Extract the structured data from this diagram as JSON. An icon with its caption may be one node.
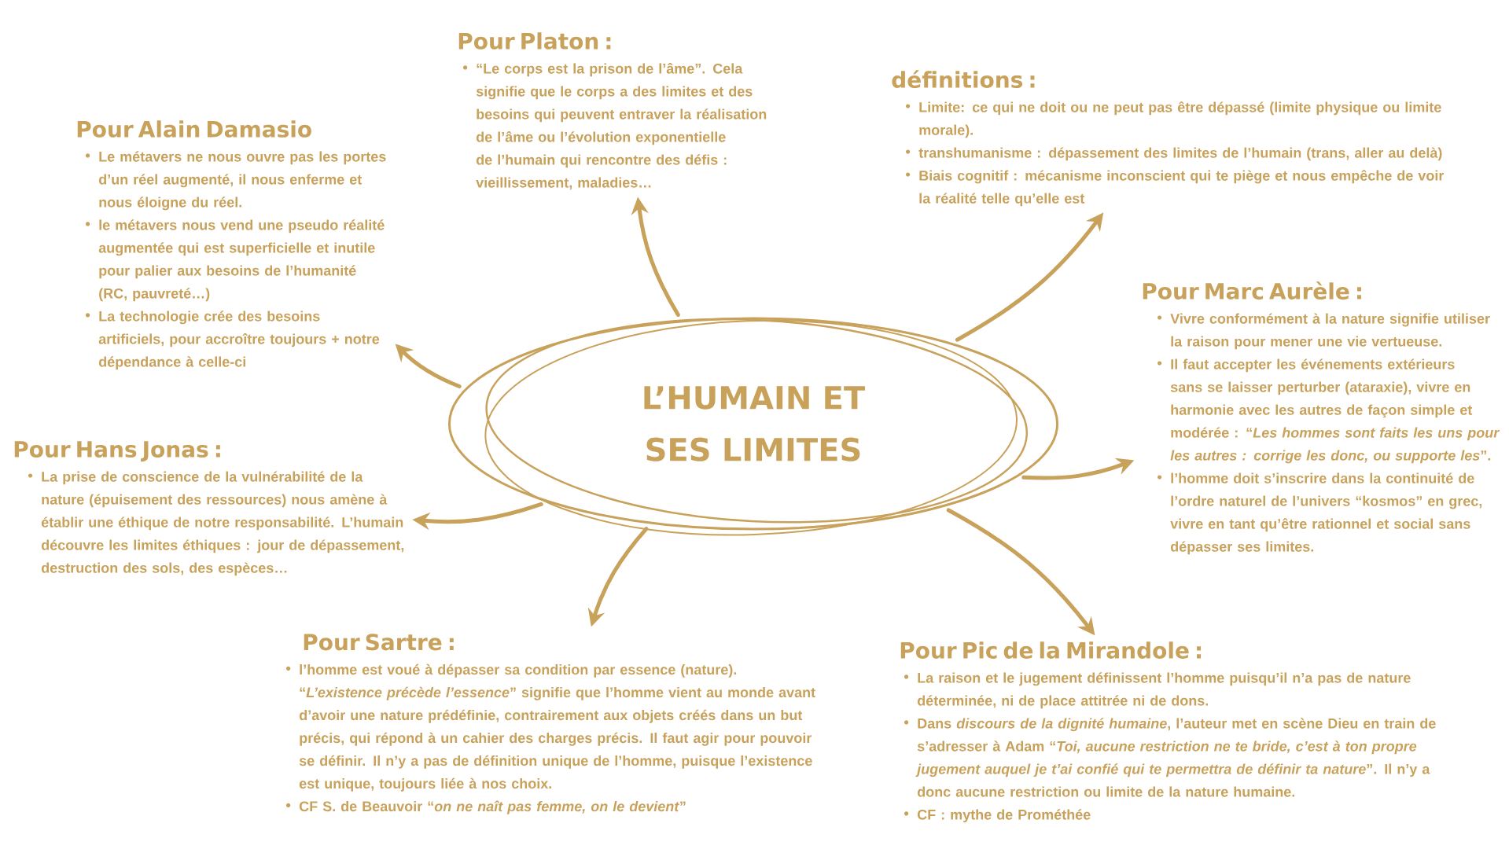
{
  "diagram": {
    "nodes": [
      {
        "text": [
          "L’HUMAIN ET SES LIMITES"
        ]
      },
      {
        "text": [
          "Pour Platon :",
          "“Le corps est la prison de l’âme”. Cela signifie que le corps a des limites et des besoins qui peuvent entraver la réalisation de l’âme ou l’évolution exponentielle de l’humain qui rencontre des défis : vieillissement, maladies…"
        ]
      },
      {
        "text": [
          "définitions :",
          "Limite: ce qui ne doit ou ne peut pas être dépassé (limite physique ou limite morale).",
          "transhumanisme : dépassement des limites de l’humain (trans, aller au delà)",
          "Biais cognitif : mécanisme inconscient qui te piège et nous empêche de voir la réalité telle qu’elle est"
        ]
      },
      {
        "text": [
          "Pour Alain Damasio",
          "Le métavers ne nous ouvre pas les portes d’un réel augmenté, il nous enferme et nous éloigne du réel.",
          "le métavers nous vend une pseudo réalité augmentée qui est superficielle et inutile pour palier aux besoins de l’humanité (RC, pauvreté…)",
          "La technologie crée des besoins artificiels, pour accroître toujours + notre dépendance à celle-ci"
        ]
      },
      {
        "text": [
          "Pour Marc Aurèle :",
          "Vivre conformément à la nature signifie utiliser la raison pour mener une vie vertueuse.",
          "Il faut accepter les événements extérieurs sans se laisser perturber (ataraxie), vivre en harmonie avec les autres de façon simple et modérée : “*Les hommes sont faits les uns pour les autres : corrige les donc, ou supporte les*”.",
          "l’homme doit s’inscrire dans la continuité de l’ordre naturel de l’univers “kosmos” en grec, vivre en tant qu’être rationnel et social sans dépasser ses limites."
        ]
      },
      {
        "text": [
          "Pour Hans Jonas :",
          "La prise de conscience de la vulnérabilité de la nature (épuisement des ressources) nous amène à établir une éthique de notre responsabilité. L’humain découvre les limites éthiques : jour de dépassement, destruction des sols, des espèces…"
        ]
      },
      {
        "text": [
          "Pour Sartre :",
          "l’homme est voué à dépasser sa condition par essence (nature). “*L’existence précède l’essence*” signifie que l’homme vient au monde avant d’avoir une nature prédéfinie, contrairement aux objets créés dans un but précis, qui répond à un cahier des charges précis. Il faut agir pour pouvoir se définir. Il n’y a pas de définition unique de l’homme, puisque l’existence est unique, toujours liée à nos choix.",
          "CF S. de Beauvoir “*on ne naît pas femme, on le devient*”"
        ]
      },
      {
        "text": [
          "Pour Pic de la Mirandole :",
          "La raison et le jugement définissent l’homme puisqu’il n’a pas de nature déterminée, ni de place attitrée ni de dons.",
          "Dans *discours de la dignité humaine*, l’auteur met en scène Dieu en train de s’adresser à Adam “*Toi, aucune restriction ne te bride, c’est à ton propre jugement auquel je t’ai confié qui te permettra de définir ta nature*”. Il n’y a donc aucune restriction ou limite de la nature humaine.",
          "CF : mythe de Prométhée"
        ]
      }
    ],
    "edges": [
      {
        "from": 0,
        "to": 1,
        "arrow": "to"
      },
      {
        "from": 0,
        "to": 2,
        "arrow": "to"
      },
      {
        "from": 0,
        "to": 3,
        "arrow": "to"
      },
      {
        "from": 0,
        "to": 4,
        "arrow": "to"
      },
      {
        "from": 0,
        "to": 5,
        "arrow": "to"
      },
      {
        "from": 0,
        "to": 6,
        "arrow": "to"
      },
      {
        "from": 0,
        "to": 7,
        "arrow": "to"
      }
    ]
  }
}
